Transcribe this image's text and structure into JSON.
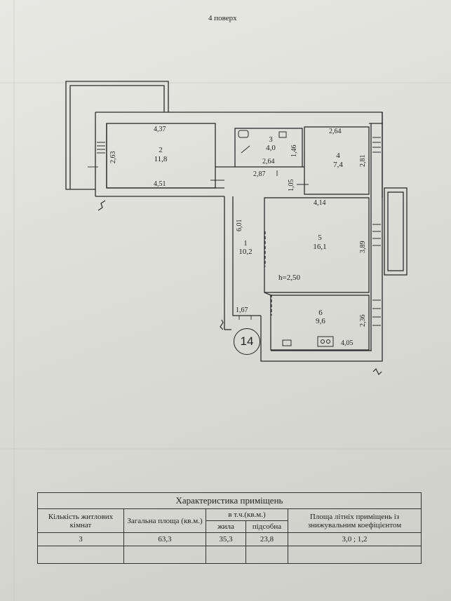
{
  "floor_label": "4 поверх",
  "apartment_number": "14",
  "ceiling_height": "h=2,50",
  "rooms": [
    {
      "num": "1",
      "area": "10,2"
    },
    {
      "num": "2",
      "area": "11,8"
    },
    {
      "num": "3",
      "area": "4,0"
    },
    {
      "num": "4",
      "area": "7,4"
    },
    {
      "num": "5",
      "area": "16,1"
    },
    {
      "num": "6",
      "area": "9,6"
    }
  ],
  "dimensions": {
    "r2_top": "4,37",
    "r2_bottom": "4,51",
    "r2_left": "2,63",
    "r3_bottom": "2,64",
    "r3_right": "1,46",
    "r4_top": "2,64",
    "r4_right": "2,81",
    "hall_top": "2,87",
    "hall_side": "6,01",
    "hall_door": "1,05",
    "r5_top": "4,14",
    "r5_right": "3,89",
    "r6_right": "2,36",
    "r6_bottom": "4,05",
    "entry": "1,67"
  },
  "table": {
    "title": "Характеристика приміщень",
    "col_rooms": "Кількість житлових кімнат",
    "col_total": "Загальна площа (кв.м.)",
    "col_incl": "в т.ч.(кв.м.)",
    "col_living": "жила",
    "col_aux": "підсобна",
    "col_summer": "Площа літніх приміщень із знижувальним коефіцієнтом",
    "val_rooms": "3",
    "val_total": "63,3",
    "val_living": "35,3",
    "val_aux": "23,8",
    "val_summer": "3,0 ; 1,2"
  }
}
